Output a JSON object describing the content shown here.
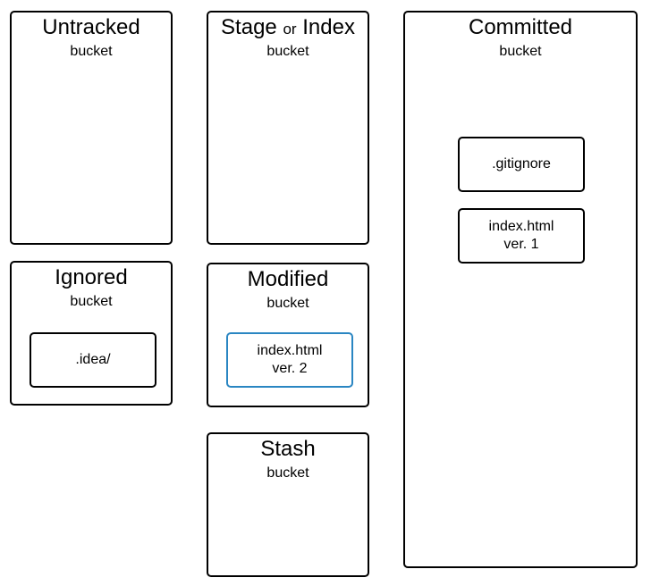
{
  "colors": {
    "border": "#000000",
    "highlight": "#2a86c2",
    "background": "#ffffff"
  },
  "buckets": {
    "untracked": {
      "title": "Untracked",
      "subtitle": "bucket"
    },
    "stage": {
      "title_part1": "Stage",
      "title_or": "or",
      "title_part2": "Index",
      "subtitle": "bucket"
    },
    "committed": {
      "title": "Committed",
      "subtitle": "bucket",
      "files": [
        {
          "name": ".gitignore"
        },
        {
          "name": "index.html",
          "version": "ver. 1"
        }
      ]
    },
    "ignored": {
      "title": "Ignored",
      "subtitle": "bucket",
      "files": [
        {
          "name": ".idea/"
        }
      ]
    },
    "modified": {
      "title": "Modified",
      "subtitle": "bucket",
      "files": [
        {
          "name": "index.html",
          "version": "ver. 2"
        }
      ]
    },
    "stash": {
      "title": "Stash",
      "subtitle": "bucket"
    }
  }
}
